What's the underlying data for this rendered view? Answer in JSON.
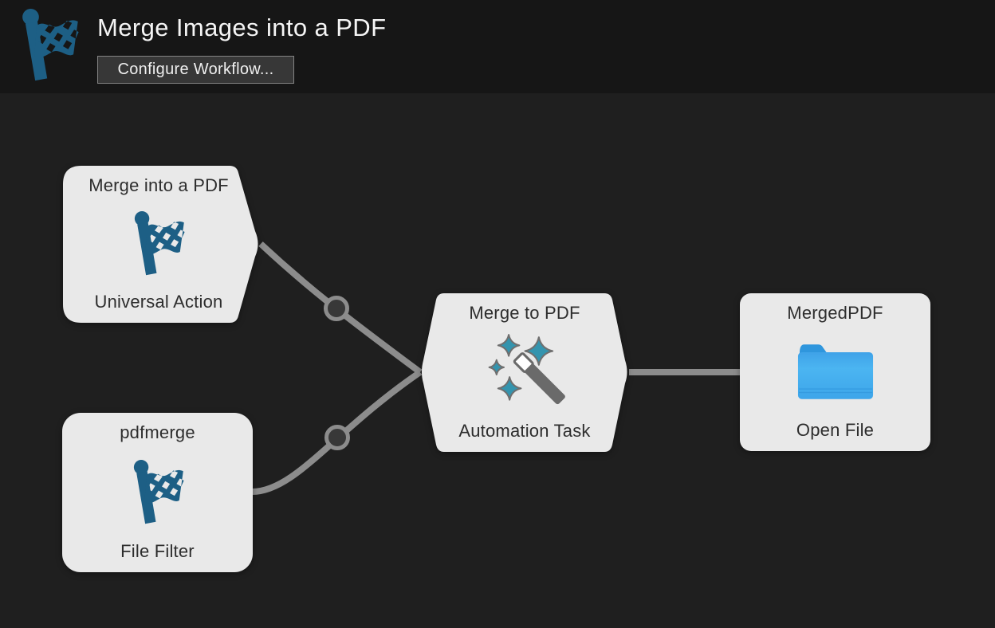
{
  "header": {
    "title": "Merge Images into a PDF",
    "configure_button": "Configure Workflow..."
  },
  "nodes": [
    {
      "title": "Merge into a PDF",
      "subtitle": "Universal Action",
      "icon": "checkered-flag"
    },
    {
      "title": "pdfmerge",
      "subtitle": "File Filter",
      "icon": "checkered-flag"
    },
    {
      "title": "Merge to PDF",
      "subtitle": "Automation Task",
      "icon": "magic-wand"
    },
    {
      "title": "MergedPDF",
      "subtitle": "Open File",
      "icon": "folder"
    }
  ],
  "connections": [
    {
      "from": "Merge into a PDF",
      "to": "Merge to PDF"
    },
    {
      "from": "pdfmerge",
      "to": "Merge to PDF"
    },
    {
      "from": "Merge to PDF",
      "to": "MergedPDF"
    }
  ],
  "colors": {
    "header_bg": "#161616",
    "canvas_bg": "#1f1f1f",
    "node_fill": "#e9e9e9",
    "node_text": "#2d2d2d",
    "flag_teal": "#1d5f85",
    "sparkle_teal": "#3494ae",
    "wand_gray": "#6a6a6a",
    "connector_gray": "#8c8c8c",
    "junction_dot_fill": "#383838",
    "folder_blue": "#42aaec",
    "button_bg": "#373737",
    "button_border": "#848484"
  }
}
